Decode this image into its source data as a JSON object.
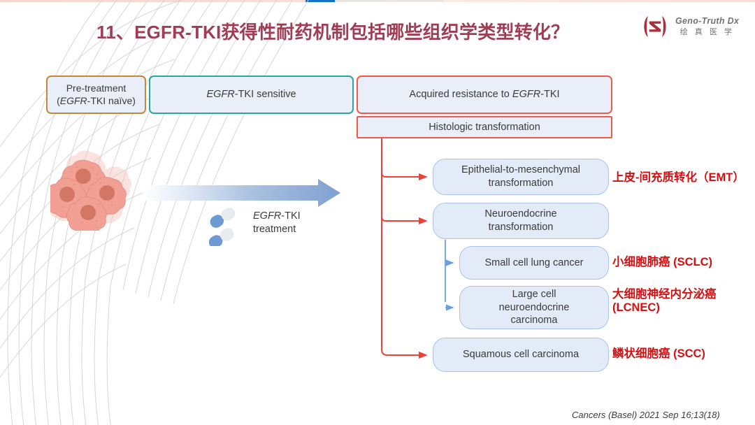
{
  "slide": {
    "title": "11、EGFR-TKI获得性耐药机制包括哪些组织学类型转化？",
    "title_color": "#9e3d55",
    "citation": "Cancers (Basel) 2021 Sep 16;13(18)"
  },
  "logo": {
    "name_en": "Geno-Truth Dx",
    "name_cn": "绘 真 医 学",
    "mark_color": "#a8323c"
  },
  "flow": {
    "pre_treatment": {
      "line1": "Pre-treatment",
      "line2_italic": "EGFR",
      "line2_rest": "-TKI naïve)",
      "line2_open": "(",
      "border_color": "#c08a3e"
    },
    "sensitive": {
      "italic": "EGFR",
      "rest": "-TKI sensitive",
      "border_color": "#2aa7a0"
    },
    "acquired": {
      "prefix": "Acquired resistance to ",
      "italic": "EGFR",
      "suffix": "-TKI",
      "border_color": "#ef5a4d"
    },
    "histologic": {
      "label": "Histologic transformation",
      "border_color": "#ef5a4d"
    }
  },
  "arrow": {
    "label_italic": "EGFR",
    "label_rest": "-TKI",
    "label_line2": "treatment",
    "color": "#7fa0d1"
  },
  "outcomes": [
    {
      "label": "Epithelial-to-mesenchymal\ntransformation",
      "annotation": "上皮-间充质转化（EMT）"
    },
    {
      "label": "Neuroendocrine\ntransformation",
      "annotation": ""
    },
    {
      "label": "Small cell lung cancer",
      "annotation": "小细胞肺癌 (SCLC)"
    },
    {
      "label": "Large cell\nneuroendocrine\ncarcinoma",
      "annotation": "大细胞神经内分泌癌\n(LCNEC)"
    },
    {
      "label": "Squamous cell carcinoma",
      "annotation": "鳞状细胞癌 (SCC)"
    }
  ],
  "colors": {
    "annotation_red": "#d50f11",
    "connector_red": "#ef4136",
    "connector_blue": "#6f9fd8",
    "box_fill": "#e3ebf8",
    "box_border": "#a9c3e6",
    "cell_pink": "#f2a79b"
  }
}
